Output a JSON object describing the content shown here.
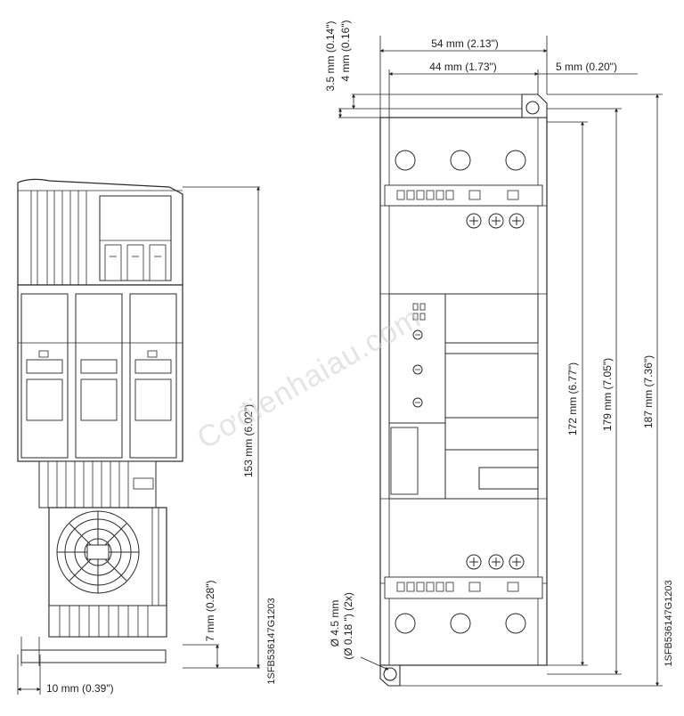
{
  "watermark": "Cơđienhaiau.com",
  "left_view": {
    "height_label": "153 mm (6.02\")",
    "foot_label": "7 mm (0.28\")",
    "offset_label": "10 mm (0.39\")",
    "drawing_code": "1SFB536147G1203"
  },
  "right_view": {
    "width_54_label": "54 mm (2.13\")",
    "width_44_label": "44 mm (1.73\")",
    "offset_5_label": "5 mm (0.20\")",
    "vertical_35_label": "3.5 mm (0.14\")",
    "vertical_4_label": "4 mm (0.16\")",
    "height_172_label": "172 mm (6.77\")",
    "height_179_label": "179 mm (7.05\")",
    "height_187_label": "187 mm (7.36\")",
    "hole_label_line1": "Ø 4.5 mm",
    "hole_label_line2": "(Ø 0.18 \") (2x)",
    "drawing_code": "1SFB536147G1203"
  }
}
